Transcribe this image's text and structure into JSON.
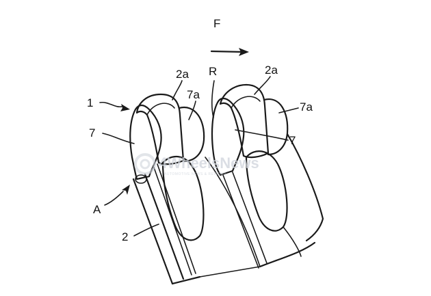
{
  "labels": {
    "direction": "F",
    "part_1": "1",
    "part_2": "2",
    "part_2a_left": "2a",
    "part_2a_right": "2a",
    "part_7_left": "7",
    "part_7_right": "7",
    "part_7a_left": "7a",
    "part_7a_right": "7a",
    "gap_r": "R",
    "detail_a": "A"
  },
  "watermark": {
    "brand": "4WheelsNews",
    "tagline": "AUTOMOTIVE NEWS & REVIEWS"
  },
  "colors": {
    "ink": "#1a1a1a",
    "watermark": "#cfd4dc"
  }
}
